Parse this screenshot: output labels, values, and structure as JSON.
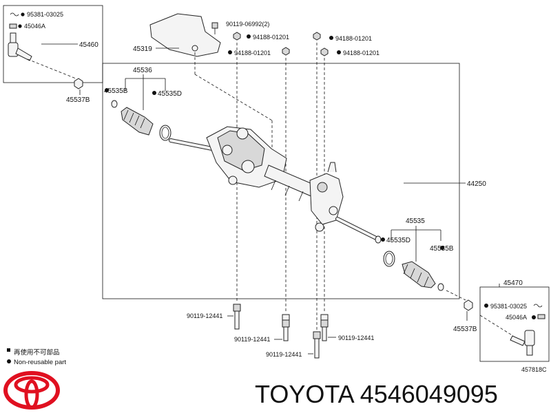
{
  "labels": {
    "top_left_clip": "95381-03025",
    "top_left_nut": "45046A",
    "tie_rod_end_left": "45460",
    "bolt_top": "90119-06992(2)",
    "cover": "45319",
    "nut_a": "94188-01201",
    "nut_b": "94188-01201",
    "nut_c": "94188-01201",
    "nut_d": "94188-01201",
    "boot_kit_left": "45536",
    "clamp_left_small": "45535B",
    "clamp_left_large": "45535D",
    "lock_nut_left": "45537B",
    "gear_assembly": "44250",
    "boot_kit_right": "45535",
    "clamp_right_large": "45535D",
    "clamp_right_small": "45535B",
    "tie_rod_end_right": "45470",
    "right_clip": "95381-03025",
    "right_nut": "45046A",
    "lock_nut_right": "45537B",
    "bolt_1": "90119-12441",
    "bolt_2": "90119-12441",
    "bolt_3": "90119-12441",
    "bolt_4": "90119-12441",
    "drawing_id": "457818C"
  },
  "legend": {
    "jp_text": "再使用不可部品",
    "en_text": "Non-reusable part"
  },
  "footer": {
    "brand_part": "TOYOTA 4546049095"
  },
  "icons": {
    "logo": "toyota-logo-icon",
    "non_reusable": "filled-dot-icon"
  },
  "colors": {
    "logo_red": "#e01020"
  }
}
